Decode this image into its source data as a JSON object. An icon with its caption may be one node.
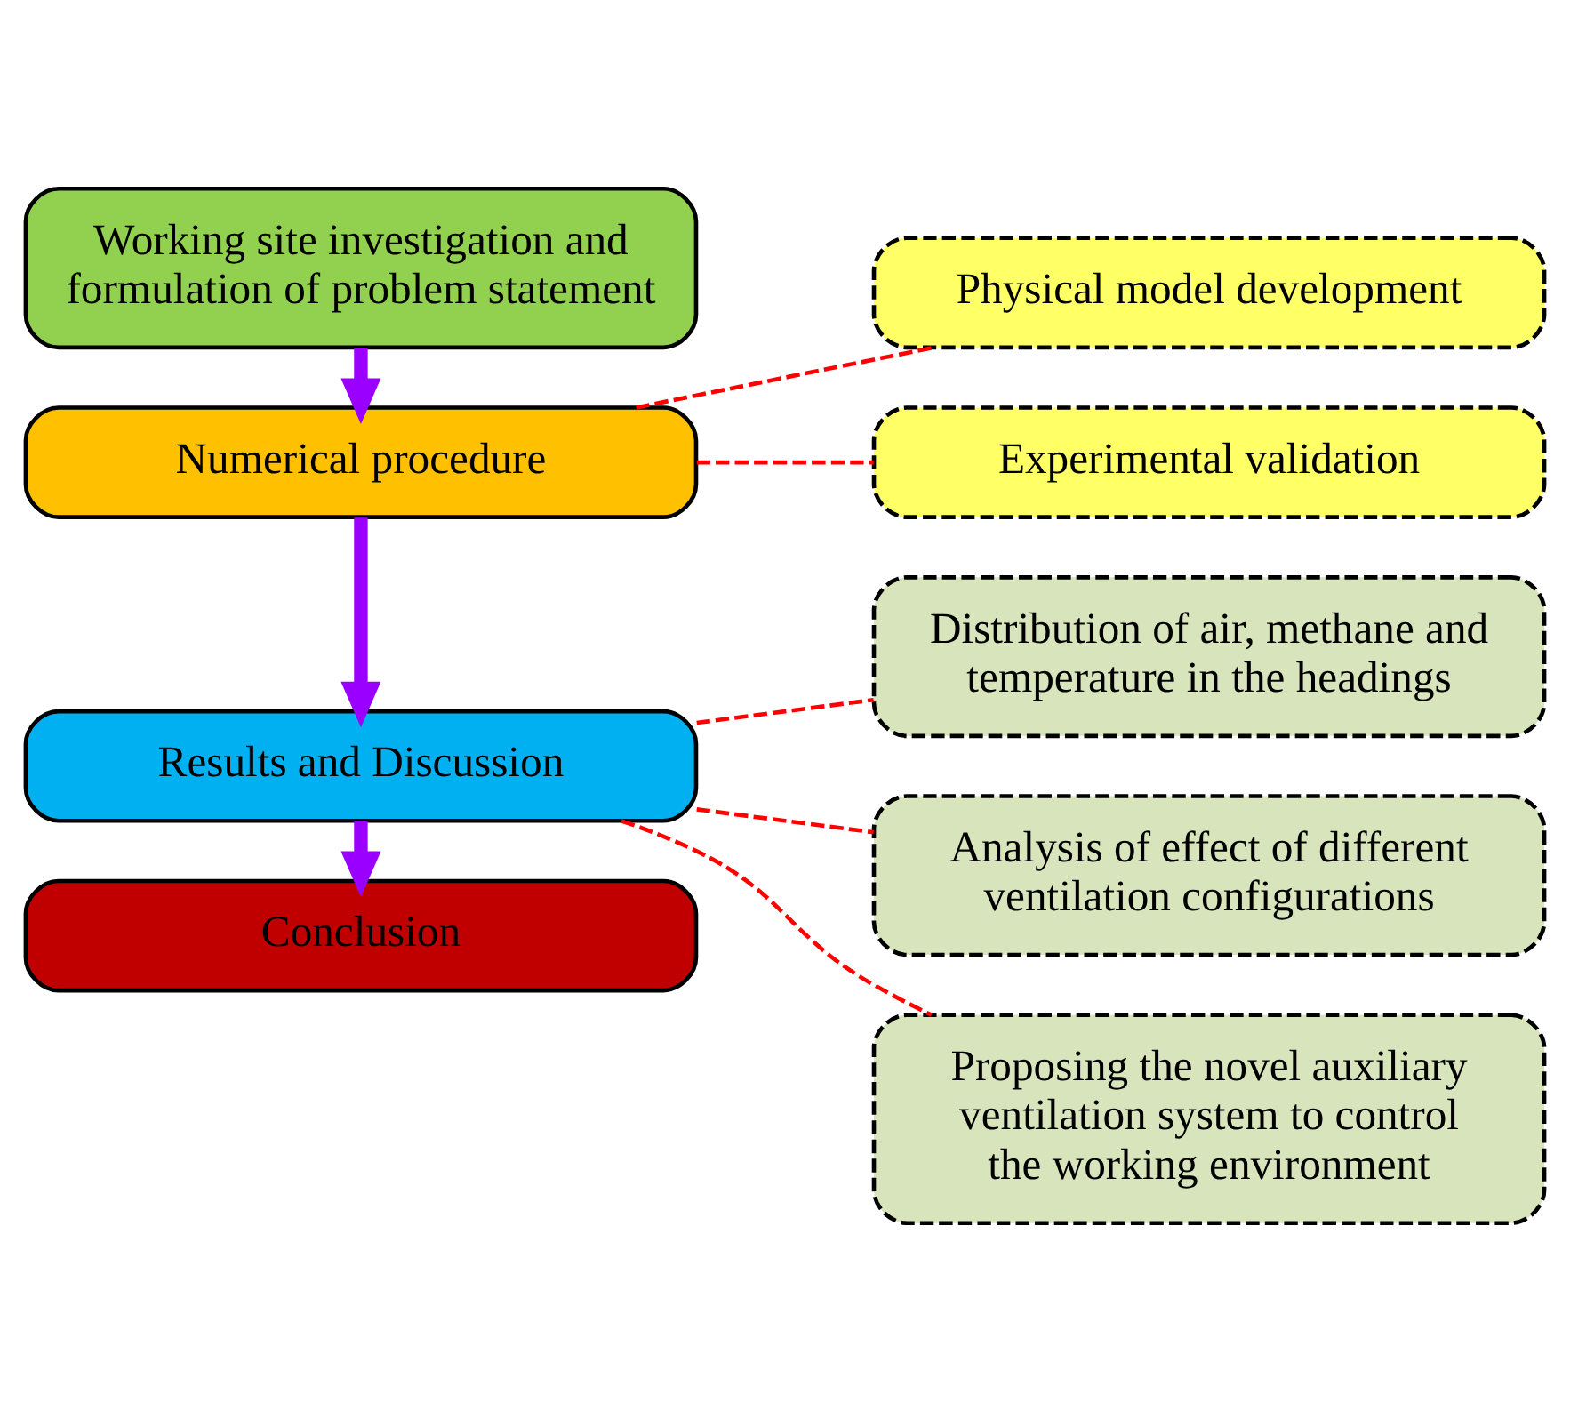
{
  "diagram": {
    "nodes": [
      {
        "text": [
          "Working site investigation and formulation of problem statement"
        ]
      },
      {
        "text": [
          "Numerical procedure"
        ]
      },
      {
        "text": [
          "Physical model development"
        ]
      },
      {
        "text": [
          "Experimental validation"
        ]
      },
      {
        "text": [
          "Results and Discussion"
        ]
      },
      {
        "text": [
          "Distribution of air, methane and temperature in the headings"
        ]
      },
      {
        "text": [
          "Analysis of effect of different ventilation configurations"
        ]
      },
      {
        "text": [
          "Proposing the novel auxiliary ventilation system to control the working environment"
        ]
      },
      {
        "text": [
          "Conclusion"
        ]
      }
    ],
    "edges": [
      {
        "from": 0,
        "to": 1,
        "arrow": "to",
        "style": "thick",
        "color": "#9900ff"
      },
      {
        "from": 1,
        "to": 2,
        "arrow": "none",
        "style": "dashed",
        "color": "#ff0000"
      },
      {
        "from": 1,
        "to": 3,
        "arrow": "none",
        "style": "dashed",
        "color": "#ff0000"
      },
      {
        "from": 1,
        "to": 4,
        "arrow": "to",
        "style": "thick",
        "color": "#9900ff"
      },
      {
        "from": 4,
        "to": 5,
        "arrow": "none",
        "style": "dashed",
        "color": "#ff0000"
      },
      {
        "from": 4,
        "to": 6,
        "arrow": "none",
        "style": "dashed",
        "color": "#ff0000"
      },
      {
        "from": 4,
        "to": 7,
        "arrow": "none",
        "style": "dashed",
        "color": "#ff0000"
      },
      {
        "from": 4,
        "to": 8,
        "arrow": "to",
        "style": "thick",
        "color": "#9900ff"
      }
    ]
  }
}
